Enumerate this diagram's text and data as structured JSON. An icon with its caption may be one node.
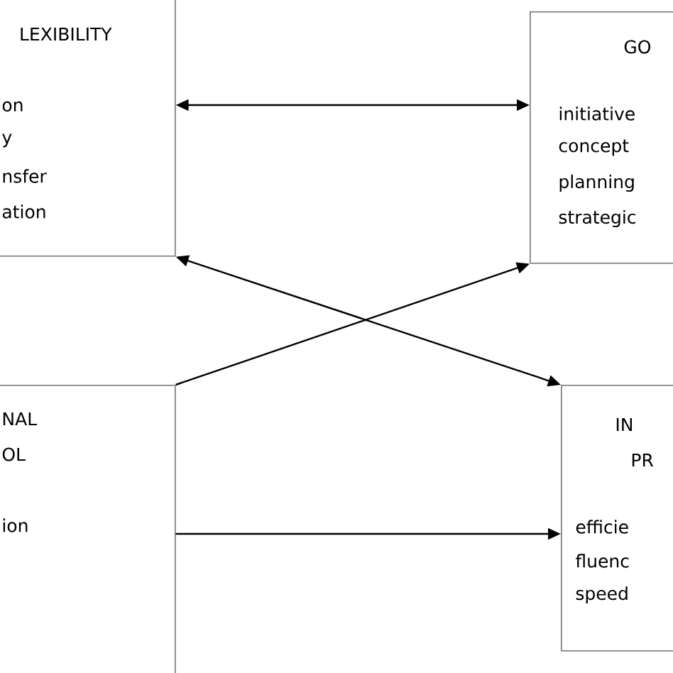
{
  "diagram": {
    "nodes": [
      {
        "text": [
          "LEXIBILITY",
          "on",
          "y",
          "nsfer",
          "ation"
        ]
      },
      {
        "text": [
          "GO",
          "initiative",
          "concept",
          "planning",
          "strategic"
        ]
      },
      {
        "text": [
          "NAL",
          "OL",
          "ion"
        ]
      },
      {
        "text": [
          "IN",
          "PR",
          "efficie",
          "fluenc",
          "speed"
        ]
      }
    ],
    "edges": [
      {
        "from": 0,
        "to": 1,
        "arrow": "both"
      },
      {
        "from": 0,
        "to": 3,
        "arrow": "both"
      },
      {
        "from": 2,
        "to": 1,
        "arrow": "to"
      },
      {
        "from": 2,
        "to": 3,
        "arrow": "to"
      }
    ]
  }
}
